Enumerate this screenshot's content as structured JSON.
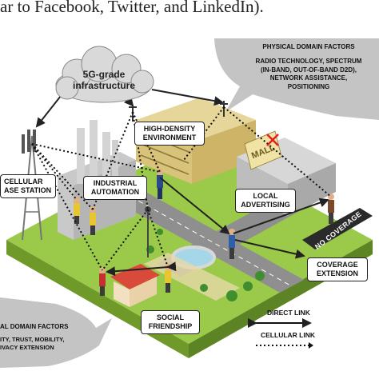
{
  "caption": "ar to Facebook, Twitter, and LinkedIn).",
  "cloud": {
    "line1": "5G-grade",
    "line2": "infrastructure"
  },
  "physical_panel": {
    "title": "PHYSICAL DOMAIN FACTORS",
    "line1": "RADIO TECHNOLOGY, SPECTRUM",
    "line2": "(IN-BAND, OUT-OF-BAND D2D),",
    "line3": "NETWORK ASSISTANCE,",
    "line4": "POSITIONING"
  },
  "social_panel": {
    "title": "AL DOMAIN FACTORS",
    "line1": "ITY, TRUST, MOBILITY,",
    "line2": "IVACY EXTENSION"
  },
  "labels": {
    "cellular": {
      "line1": "CELLULAR",
      "line2": "ASE STATION"
    },
    "industrial": {
      "line1": "INDUSTRIAL",
      "line2": "AUTOMATION"
    },
    "high_density": {
      "line1": "HIGH-DENSITY",
      "line2": "ENVIRONMENT"
    },
    "local_advertising": {
      "line1": "LOCAL",
      "line2": "ADVERTISING"
    },
    "coverage_extension": {
      "line1": "COVERAGE",
      "line2": "EXTENSION"
    },
    "social_friendship": {
      "line1": "SOCIAL",
      "line2": "FRIENDSHIP"
    }
  },
  "mall_sign": "MALL",
  "no_coverage": "NO COVERAGE",
  "legend": {
    "direct": "DIRECT LINK",
    "cellular": "CELLULAR LINK"
  },
  "colors": {
    "grass": "#9bc94a",
    "grass_side": "#6f9a2a",
    "road": "#8f8f8f",
    "panel_gray": "#bfbfbf",
    "cloud": "#d9d9d9",
    "cellular_link": "#111111"
  }
}
